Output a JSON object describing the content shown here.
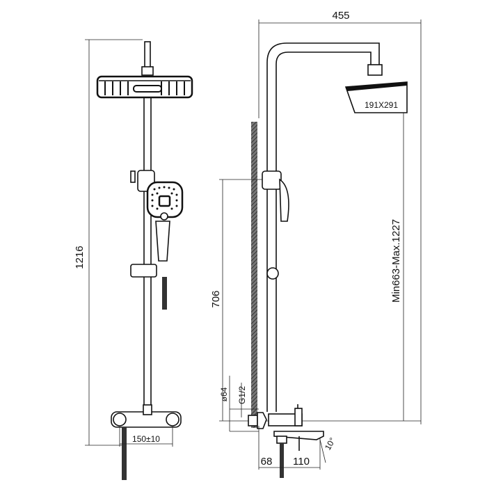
{
  "title": "Shower system technical drawing",
  "front_view": {
    "height_label": "1216",
    "mixer_spacing_label": "150±10"
  },
  "side_view": {
    "width_label": "455",
    "head_size_label": "191X291",
    "adjustable_height_label": "Min663-Max.1227",
    "bracket_height_label": "706",
    "diameter_label": "ø64",
    "thread_label": "G1/2",
    "wall_offset_label": "68",
    "spout_length_label": "110",
    "angle_label": "10°"
  },
  "colors": {
    "line": "#111111",
    "background": "#ffffff"
  }
}
